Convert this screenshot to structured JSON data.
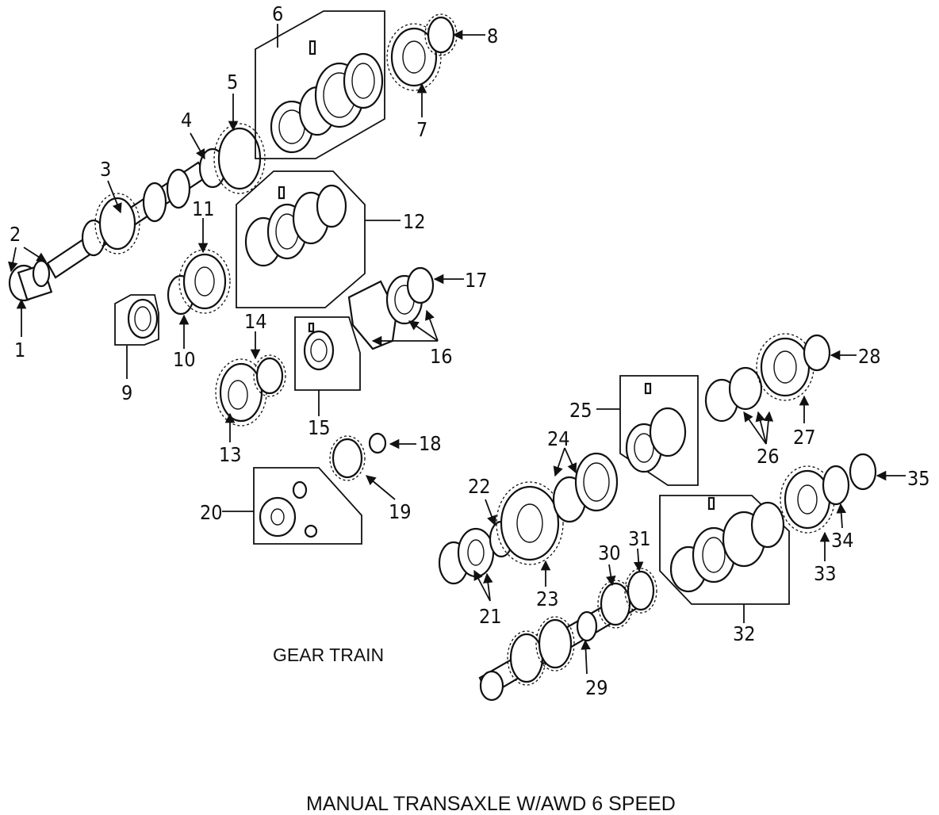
{
  "title": "GEAR TRAIN",
  "subtitle": "MANUAL TRANSAXLE W/AWD 6 SPEED",
  "callouts": [
    "1",
    "2",
    "3",
    "4",
    "5",
    "6",
    "7",
    "8",
    "9",
    "10",
    "11",
    "12",
    "13",
    "14",
    "15",
    "16",
    "17",
    "18",
    "19",
    "20",
    "21",
    "22",
    "23",
    "24",
    "25",
    "26",
    "27",
    "28",
    "29",
    "30",
    "31",
    "32",
    "33",
    "34",
    "35"
  ]
}
